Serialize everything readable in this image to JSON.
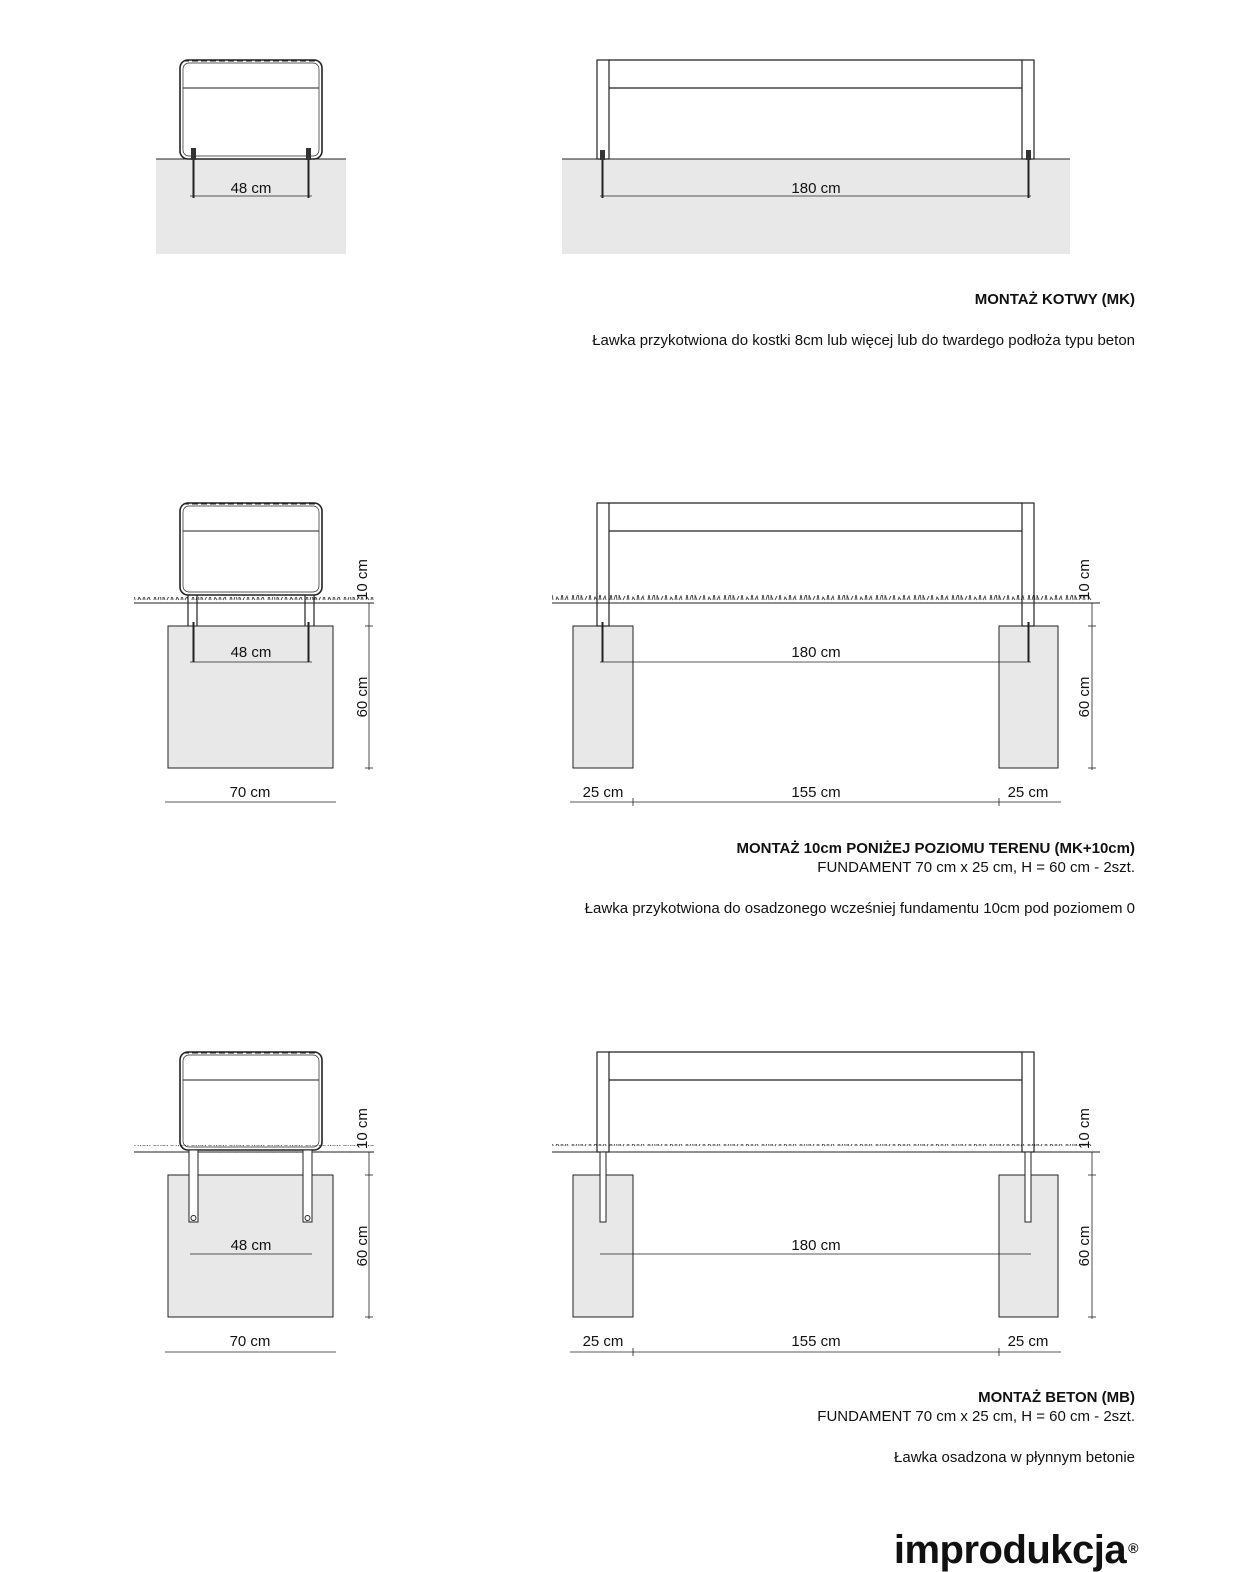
{
  "sections": [
    {
      "id": "mk",
      "title": "MONTAŻ KOTWY (MK)",
      "subtitle": "",
      "description": "Ławka przykotwiona do kostki 8cm lub więcej lub do twardego podłoża typu beton",
      "dims": {
        "side_anchor": "48 cm",
        "front_anchor": "180 cm"
      }
    },
    {
      "id": "mk10",
      "title": "MONTAŻ 10cm PONIŻEJ POZIOMU TERENU (MK+10cm)",
      "subtitle": "FUNDAMENT 70 cm x 25 cm, H = 60 cm - 2szt.",
      "description": "Ławka przykotwiona do osadzonego wcześniej fundamentu 10cm pod poziomem 0",
      "dims": {
        "side_anchor": "48 cm",
        "side_width": "70 cm",
        "depth": "10 cm",
        "height": "60 cm",
        "front_anchor": "180 cm",
        "left": "25 cm",
        "middle": "155 cm",
        "right": "25 cm"
      }
    },
    {
      "id": "mb",
      "title": "MONTAŻ BETON (MB)",
      "subtitle": "FUNDAMENT 70 cm x 25 cm, H = 60 cm - 2szt.",
      "description": "Ławka osadzona w płynnym betonie",
      "dims": {
        "side_anchor": "48 cm",
        "side_width": "70 cm",
        "depth": "10 cm",
        "height": "60 cm",
        "front_anchor": "180 cm",
        "left": "25 cm",
        "middle": "155 cm",
        "right": "25 cm"
      }
    }
  ],
  "brand": {
    "name": "improdukcja",
    "mark": "®"
  },
  "colors": {
    "ground": "#e8e8e8",
    "line": "#222222"
  }
}
